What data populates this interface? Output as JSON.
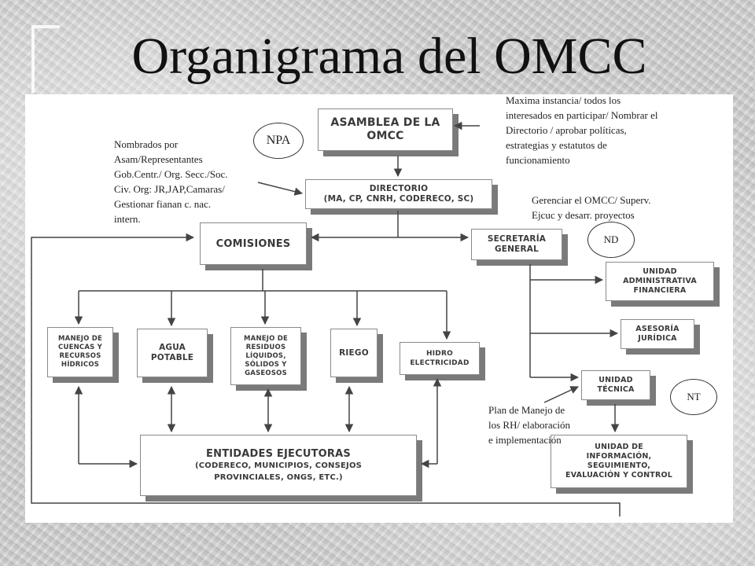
{
  "title": "Organigrama del OMCC",
  "nodes": {
    "asamblea": {
      "line1": "ASAMBLEA DE LA",
      "line2": "OMCC"
    },
    "directorio": {
      "line1": "DIRECTORIO",
      "line2": "(MA, CP, CNRH, CODERECO, SC)"
    },
    "comisiones": {
      "line1": "COMISIONES"
    },
    "secretaria": {
      "line1": "SECRETARÍA",
      "line2": "GENERAL"
    },
    "uaf": {
      "line1": "UNIDAD",
      "line2": "ADMINISTRATIVA",
      "line3": "FINANCIERA"
    },
    "asesoria": {
      "line1": "ASESORÍA",
      "line2": "JURÍDICA"
    },
    "tecnica": {
      "line1": "UNIDAD",
      "line2": "TÉCNICA"
    },
    "informacion": {
      "line1": "UNIDAD DE",
      "line2": "INFORMACIÓN,",
      "line3": "SEGUIMIENTO,",
      "line4": "EVALUACIÓN Y CONTROL"
    },
    "cuencas": {
      "line1": "MANEJO DE",
      "line2": "CUENCAS Y",
      "line3": "RECURSOS",
      "line4": "HÍDRICOS"
    },
    "agua": {
      "line1": "AGUA",
      "line2": "POTABLE"
    },
    "residuos": {
      "line1": "MANEJO DE",
      "line2": "RESIDUOS",
      "line3": "LÍQUIDOS,",
      "line4": "SÓLIDOS Y",
      "line5": "GASEOSOS"
    },
    "riego": {
      "line1": "RIEGO"
    },
    "hidro": {
      "line1": "HIDRO",
      "line2": "ELECTRICIDAD"
    },
    "entidades": {
      "line1": "ENTIDADES EJECUTORAS",
      "line2": "(CODERECO, MUNICIPIOS, CONSEJOS",
      "line3": "PROVINCIALES, ONGs, ETC.)"
    }
  },
  "notes": {
    "maxima": [
      "Maxima instancia/ todos los",
      "interesados en participar/ Nombrar el",
      "Directorio / aprobar políticas,",
      "estrategias y estatutos de",
      "funcionamiento"
    ],
    "nombrados": [
      "Nombrados por",
      "Asam/Representantes",
      "Gob.Centr./ Org. Secc./Soc.",
      "Civ. Org: JR,JAP,Camaras/",
      "Gestionar fianan c. nac.",
      "intern."
    ],
    "gerenciar": [
      "Gerenciar el OMCC/ Superv.",
      "Ejcuc y desarr. proyectos"
    ],
    "plan": [
      "Plan de Manejo de",
      "los RH/ elaboración",
      "e implementación"
    ]
  },
  "ovals": {
    "npa": "NPA",
    "nd": "ND",
    "nt": "NT"
  }
}
